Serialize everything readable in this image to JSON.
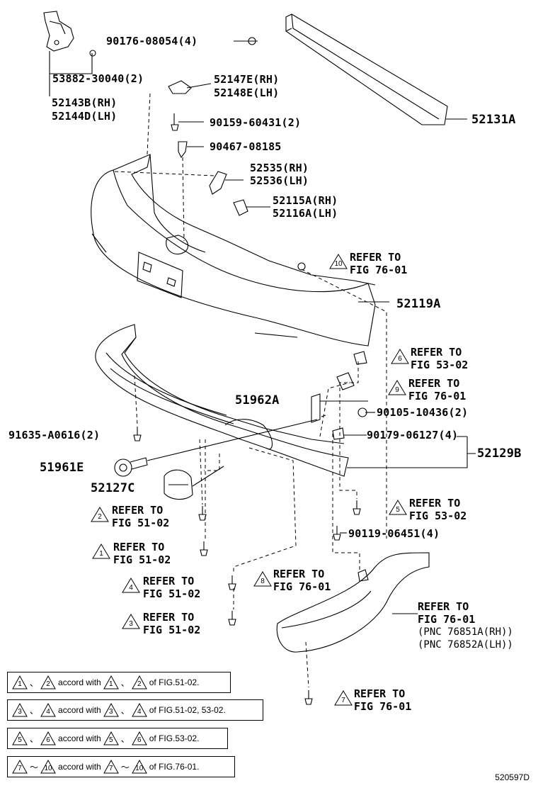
{
  "parts": {
    "p90176": "90176-08054(4)",
    "p53882": "53882-30040(2)",
    "p52143b": "52143B(RH)",
    "p52144d": "52144D(LH)",
    "p52147e": "52147E(RH)",
    "p52148e": "52148E(LH)",
    "p90159": "90159-60431(2)",
    "p90467": "90467-08185",
    "p52535": "52535(RH)",
    "p52536": "52536(LH)",
    "p52115a": "52115A(RH)",
    "p52116a": "52116A(LH)",
    "p52131a": "52131A",
    "p52119a": "52119A",
    "p51962a": "51962A",
    "p90105": "90105-10436(2)",
    "p91635": "91635-A0616(2)",
    "p90179": "90179-06127(4)",
    "p52129b": "52129B",
    "p51961e": "51961E",
    "p52127c": "52127C",
    "p90119": "90119-06451(4)"
  },
  "refs": {
    "r10": {
      "num": "10",
      "line1": "REFER TO",
      "line2": "FIG 76-01"
    },
    "r6": {
      "num": "6",
      "line1": "REFER TO",
      "line2": "FIG 53-02"
    },
    "r9": {
      "num": "9",
      "line1": "REFER TO",
      "line2": "FIG 76-01"
    },
    "r5": {
      "num": "5",
      "line1": "REFER TO",
      "line2": "FIG 53-02"
    },
    "r2": {
      "num": "2",
      "line1": "REFER TO",
      "line2": "FIG 51-02"
    },
    "r1": {
      "num": "1",
      "line1": "REFER TO",
      "line2": "FIG 51-02"
    },
    "r4": {
      "num": "4",
      "line1": "REFER TO",
      "line2": "FIG 51-02"
    },
    "r8": {
      "num": "8",
      "line1": "REFER TO",
      "line2": "FIG 76-01"
    },
    "r3": {
      "num": "3",
      "line1": "REFER TO",
      "line2": "FIG 51-02"
    },
    "r7": {
      "num": "7",
      "line1": "REFER TO",
      "line2": "FIG 76-01"
    },
    "rplain": {
      "line1": "REFER TO",
      "line2": "FIG 76-01",
      "line3": "(PNC 76851A(RH))",
      "line4": "(PNC 76852A(LH))"
    }
  },
  "notes": [
    {
      "a": "1",
      "sep": "、",
      "b": "2",
      "mid": "accord with",
      "c": "1",
      "sep2": "、",
      "d": "2",
      "tail": "of FIG.51-02."
    },
    {
      "a": "3",
      "sep": "、",
      "b": "4",
      "mid": "accord with",
      "c": "3",
      "sep2": "、",
      "d": "4",
      "tail": "of FIG.51-02, 53-02."
    },
    {
      "a": "5",
      "sep": "、",
      "b": "6",
      "mid": "accord with",
      "c": "5",
      "sep2": "、",
      "d": "6",
      "tail": "of FIG.53-02."
    },
    {
      "a": "7",
      "sep": "〜",
      "b": "10",
      "mid": "accord with",
      "c": "7",
      "sep2": "〜",
      "d": "10",
      "tail": "of FIG.76-01."
    }
  ],
  "drawing_code": "520597D"
}
